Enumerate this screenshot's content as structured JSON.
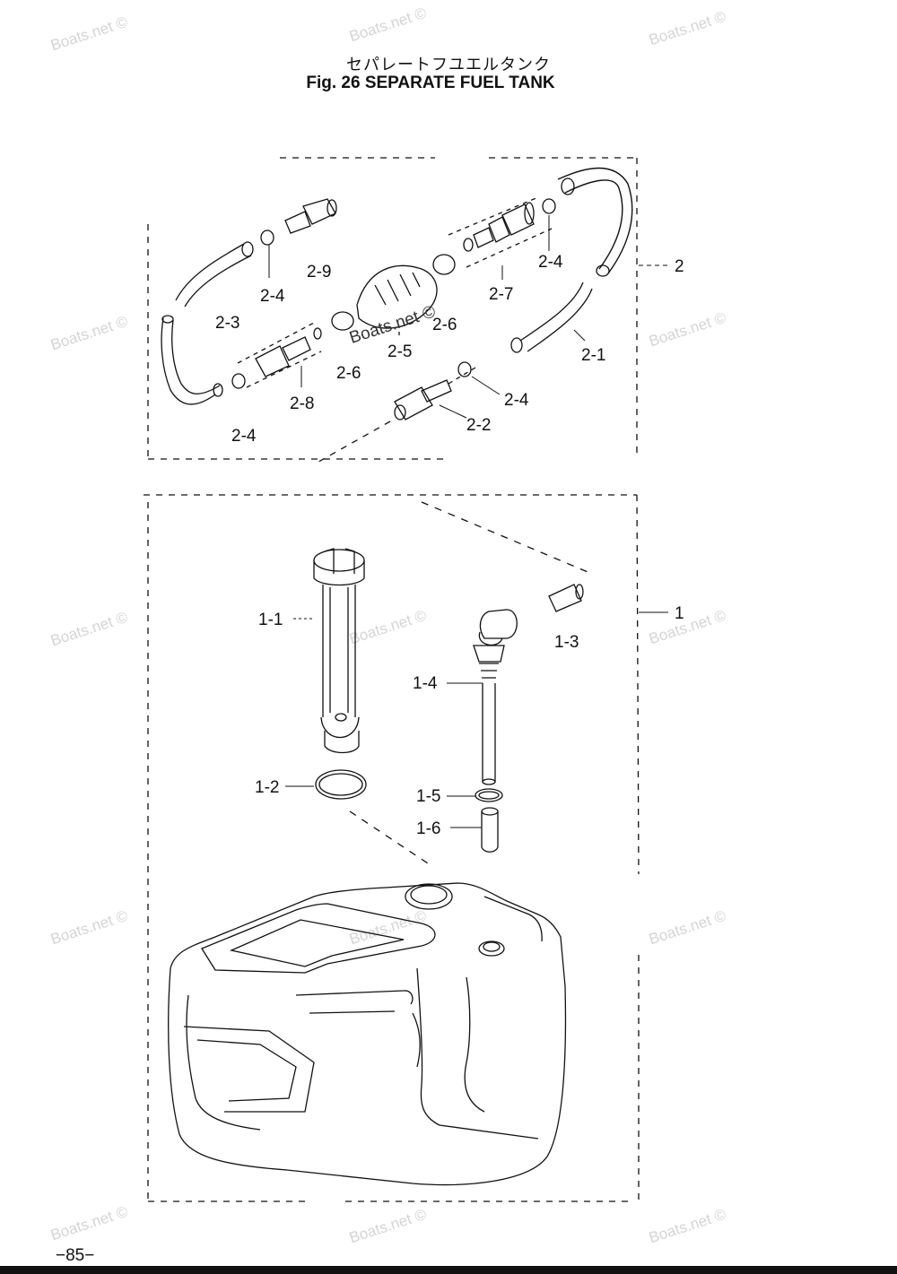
{
  "title": {
    "japanese": "セパレートフユエルタンク",
    "english": "Fig. 26   SEPARATE FUEL TANK"
  },
  "watermark": "Boats.net ©",
  "callouts": {
    "assembly_1": "1",
    "assembly_2": "2",
    "p2_1": "2-1",
    "p2_2": "2-2",
    "p2_3": "2-3",
    "p2_4": "2-4",
    "p2_5": "2-5",
    "p2_6": "2-6",
    "p2_7": "2-7",
    "p2_8": "2-8",
    "p2_9": "2-9",
    "p1_1": "1-1",
    "p1_2": "1-2",
    "p1_3": "1-3",
    "p1_4": "1-4",
    "p1_5": "1-5",
    "p1_6": "1-6"
  },
  "page_number": "−85−",
  "colors": {
    "line": "#111111",
    "watermark": "#d4d4d4"
  }
}
